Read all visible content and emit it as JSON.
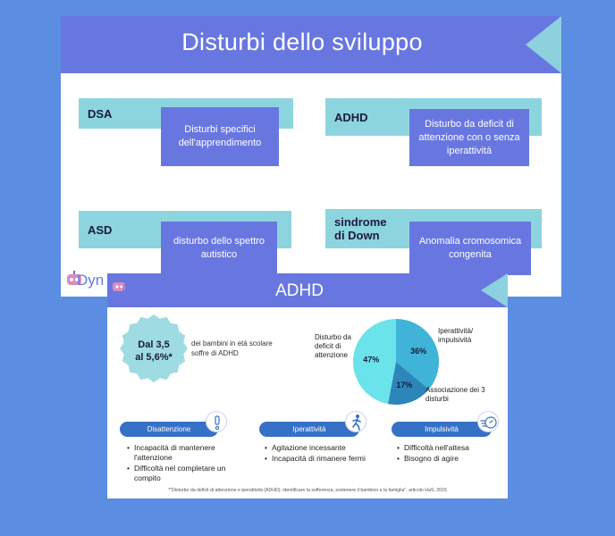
{
  "top_card": {
    "title": "Disturbi dello sviluppo",
    "items": [
      {
        "label": "DSA",
        "description": "Disturbi specifici dell'apprendimento"
      },
      {
        "label": "ADHD",
        "description": "Disturbo da deficit di attenzione con o senza iperattività"
      },
      {
        "label": "ASD",
        "description": "disturbo dello spettro autistico"
      },
      {
        "label": "sindrome di Down",
        "description": "Anomalia cromosomica congenita"
      }
    ]
  },
  "brand": {
    "logo_text_1": "Dyn",
    "logo_text_2": "Dynseo"
  },
  "bottom_card": {
    "title": "ADHD",
    "stat_value": "Dal 3,5 al 5,6%*",
    "stat_text": "dei bambini in età scolare soffre di ADHD",
    "sections": [
      {
        "title": "Disattenzione",
        "icon": "exclamation-icon",
        "bullets": [
          "Incapacità di mantenere l'attenzione",
          "Difficoltà nel completare un compito"
        ]
      },
      {
        "title": "Iperattività",
        "icon": "running-person-icon",
        "bullets": [
          "Agitazione incessante",
          "Incapacità di rimanere fermi"
        ]
      },
      {
        "title": "Impulsività",
        "icon": "speed-icon",
        "bullets": [
          "Difficoltà nell'attesa",
          "Bisogno di agire"
        ]
      }
    ],
    "footnote": "*\"Disturbo da deficit di attenzione e iperattività (ADHD): identificare la sofferenza, sostenere il bambino e la famiglia\", articolo HaS, 2015"
  },
  "chart_data": {
    "type": "pie",
    "categories": [
      "Disturbo da deficit di attenzione",
      "Iperattività/ impulsività",
      "Associazione dei 3 disturbi"
    ],
    "values": [
      47,
      36,
      17
    ],
    "value_labels": [
      "47%",
      "36%",
      "17%"
    ],
    "colors": [
      "#6be3ea",
      "#3fb4d8",
      "#2d86ba"
    ]
  }
}
